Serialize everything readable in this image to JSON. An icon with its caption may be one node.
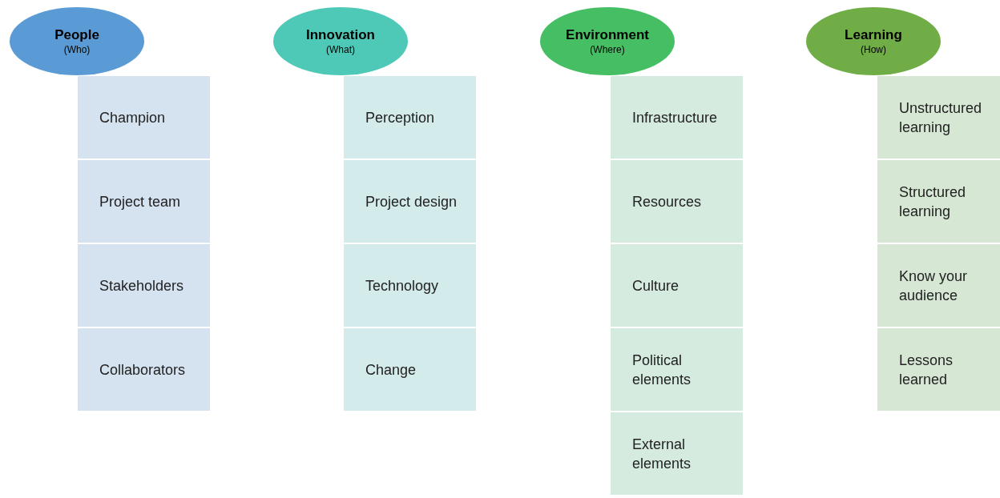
{
  "diagram": {
    "nodes": [
      {
        "text": [
          "People",
          "(Who)"
        ]
      },
      {
        "text": [
          "Champion"
        ]
      },
      {
        "text": [
          "Project team"
        ]
      },
      {
        "text": [
          "Stakeholders"
        ]
      },
      {
        "text": [
          "Collaborators"
        ]
      },
      {
        "text": [
          "Innovation",
          "(What)"
        ]
      },
      {
        "text": [
          "Perception"
        ]
      },
      {
        "text": [
          "Project design"
        ]
      },
      {
        "text": [
          "Technology"
        ]
      },
      {
        "text": [
          "Change"
        ]
      },
      {
        "text": [
          "Environment",
          "(Where)"
        ]
      },
      {
        "text": [
          "Infrastructure"
        ]
      },
      {
        "text": [
          "Resources"
        ]
      },
      {
        "text": [
          "Culture"
        ]
      },
      {
        "text": [
          "Political elements"
        ]
      },
      {
        "text": [
          "External elements"
        ]
      },
      {
        "text": [
          "Learning",
          "(How)"
        ]
      },
      {
        "text": [
          "Unstructured learning"
        ]
      },
      {
        "text": [
          "Structured learning"
        ]
      },
      {
        "text": [
          "Know your audience"
        ]
      },
      {
        "text": [
          "Lessons learned"
        ]
      }
    ]
  }
}
